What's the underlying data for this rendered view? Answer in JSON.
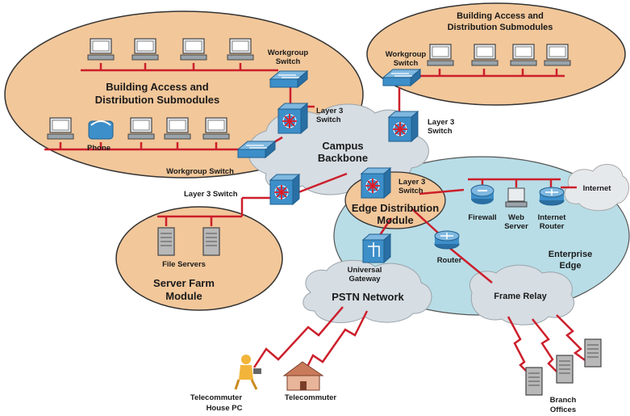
{
  "diagram": {
    "building_left": {
      "title_line1": "Building Access and",
      "title_line2": "Distribution Submodules",
      "workgroup_switch_top_line1": "Workgroup",
      "workgroup_switch_top_line2": "Switch",
      "layer3_line1": "Layer 3",
      "layer3_line2": "Switch",
      "phone_label": "Phone",
      "workgroup_switch_bottom": "Workgroup Switch"
    },
    "building_right": {
      "title_line1": "Building Access and",
      "title_line2": "Distribution Submodules",
      "workgroup_line1": "Workgroup",
      "workgroup_line2": "Switch",
      "layer3_line1": "Layer 3",
      "layer3_line2": "Switch"
    },
    "campus_backbone": {
      "line1": "Campus",
      "line2": "Backbone"
    },
    "layer3_switch_left": "Layer 3 Switch",
    "edge_distribution": {
      "layer3_line1": "Layer 3",
      "layer3_line2": "Switch",
      "title_line1": "Edge Distribution",
      "title_line2": "Module"
    },
    "enterprise_edge": {
      "line1": "Enterprise",
      "line2": "Edge",
      "firewall": "Firewall",
      "web_server_line1": "Web",
      "web_server_line2": "Server",
      "internet_router_line1": "Internet",
      "internet_router_line2": "Router",
      "router": "Router"
    },
    "internet": "Internet",
    "server_farm": {
      "file_servers": "File Servers",
      "title_line1": "Server Farm",
      "title_line2": "Module"
    },
    "universal_gateway": {
      "line1": "Universal",
      "line2": "Gateway"
    },
    "pstn_network": "PSTN Network",
    "frame_relay": "Frame Relay",
    "telecommuter_house": {
      "line1": "Telecommuter",
      "line2": "House PC"
    },
    "telecommuter_2": "Telecommuter",
    "branch_offices": {
      "line1": "Branch",
      "line2": "Offices"
    }
  },
  "colors": {
    "building_fill": "#f2c79a",
    "enterprise_fill": "#b8dde6",
    "cloud_fill": "#d6dde3",
    "link_red": "#cc1f2b",
    "switch_blue": "#3d8fc9"
  }
}
